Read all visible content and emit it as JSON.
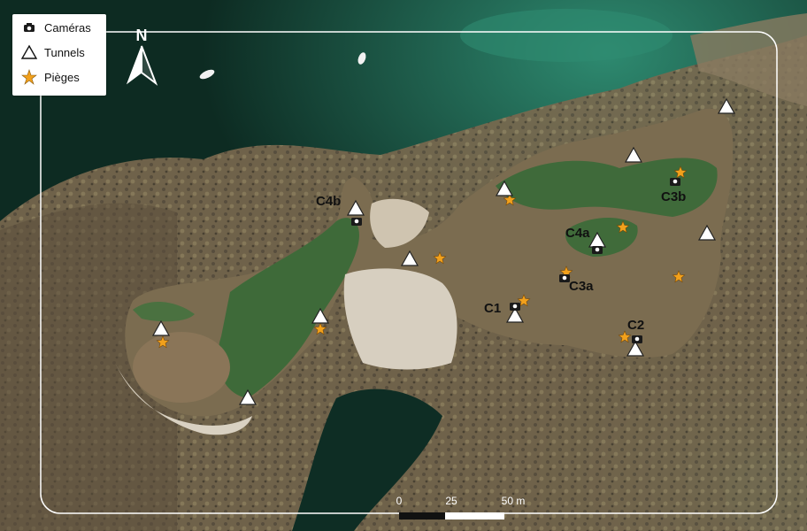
{
  "legend": {
    "cameras_label": "Caméras",
    "tunnels_label": "Tunnels",
    "traps_label": "Pièges"
  },
  "north": {
    "letter": "N"
  },
  "scale": {
    "labels": [
      "0",
      "25",
      "50 m"
    ]
  },
  "cameras": [
    {
      "id": "C4b",
      "label": "C4b"
    },
    {
      "id": "C3b",
      "label": "C3b"
    },
    {
      "id": "C4a",
      "label": "C4a"
    },
    {
      "id": "C3a",
      "label": "C3a"
    },
    {
      "id": "C1",
      "label": "C1"
    },
    {
      "id": "C2",
      "label": "C2"
    }
  ],
  "colors": {
    "sea_deep": "#0d2b22",
    "sea_shallow": "#1f6b55",
    "rock": "#7e6c52",
    "grass": "#3f6a3a",
    "dry_grass": "#7a6a4e",
    "sand": "#d7cfc0",
    "trap": "#f2a11c",
    "tunnel": "#ffffff",
    "camera": "#1a1a1a"
  },
  "icons": {
    "camera": "camera-icon",
    "tunnel": "triangle-icon",
    "trap": "star-icon",
    "north": "north-arrow-icon"
  }
}
